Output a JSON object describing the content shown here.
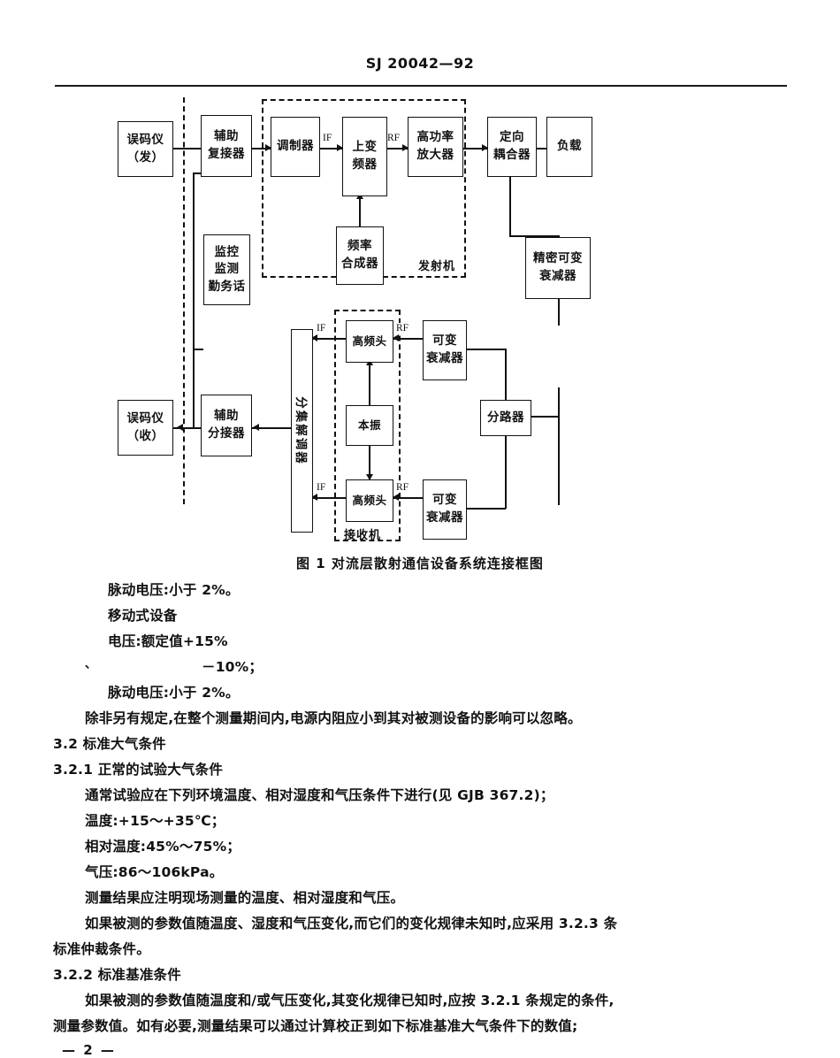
{
  "header": {
    "standard_number": "SJ 20042—92"
  },
  "figure": {
    "caption": "图 1   对流层散射通信设备系统连接框图",
    "signal_labels": {
      "if": "IF",
      "rf": "RF"
    },
    "enclosures": [
      {
        "name": "transmitter",
        "label": "发射机"
      },
      {
        "name": "receiver",
        "label": "接收机"
      }
    ],
    "blocks": [
      {
        "id": "ber_tx",
        "lines": [
          "误码仪",
          "（发）"
        ]
      },
      {
        "id": "aux_mux",
        "lines": [
          "辅助",
          "复接器"
        ]
      },
      {
        "id": "modulator",
        "lines": [
          "调制器"
        ]
      },
      {
        "id": "upconverter",
        "lines": [
          "上变",
          "频器"
        ]
      },
      {
        "id": "hpa",
        "lines": [
          "高功率",
          "放大器"
        ]
      },
      {
        "id": "coupler",
        "lines": [
          "定向",
          "耦合器"
        ]
      },
      {
        "id": "load",
        "lines": [
          "负载"
        ]
      },
      {
        "id": "synth",
        "lines": [
          "频率",
          "合成器"
        ]
      },
      {
        "id": "monitor",
        "lines": [
          "监控",
          "监测",
          "勤务话"
        ]
      },
      {
        "id": "prec_atten",
        "lines": [
          "精密可变",
          "衰减器"
        ]
      },
      {
        "id": "ber_rx",
        "lines": [
          "误码仪",
          "（收）"
        ]
      },
      {
        "id": "aux_demux",
        "lines": [
          "辅助",
          "分接器"
        ]
      },
      {
        "id": "combiner",
        "lines": [
          "分集解调器"
        ]
      },
      {
        "id": "rf_head_1",
        "lines": [
          "高频头"
        ]
      },
      {
        "id": "lo",
        "lines": [
          "本振"
        ]
      },
      {
        "id": "rf_head_2",
        "lines": [
          "高频头"
        ]
      },
      {
        "id": "var_atten_1",
        "lines": [
          "可变",
          "衰减器"
        ]
      },
      {
        "id": "var_atten_2",
        "lines": [
          "可变",
          "衰减器"
        ]
      },
      {
        "id": "splitter",
        "lines": [
          "分路器"
        ]
      }
    ]
  },
  "body": {
    "l01": "脉动电压:小于 2%。",
    "l02": "移动式设备",
    "l03": "电压:额定值+15%",
    "l04": "－10%；",
    "l05": "脉动电压:小于 2%。",
    "l06": "除非另有规定,在整个测量期间内,电源内阻应小到其对被测设备的影响可以忽略。",
    "l07": "3.2   标准大气条件",
    "l08": "3.2.1   正常的试验大气条件",
    "l09": "通常试验应在下列环境温度、相对湿度和气压条件下进行(见 GJB 367.2)；",
    "l10": "温度:+15～+35℃；",
    "l11": "相对温度:45%～75%；",
    "l12": "气压:86～106kPa。",
    "l13": "测量结果应注明现场测量的温度、相对湿度和气压。",
    "l14": "如果被测的参数值随温度、湿度和气压变化,而它们的变化规律未知时,应采用 3.2.3 条",
    "l15": "标准仲裁条件。",
    "l16": "3.2.2   标准基准条件",
    "l17": "如果被测的参数值随温度和/或气压变化,其变化规律已知时,应按 3.2.1 条规定的条件,",
    "l18": "测量参数值。如有必要,测量结果可以通过计算校正到如下标准基准大气条件下的数值;",
    "tick": "、"
  },
  "footer": {
    "page_number": "— 2 —"
  }
}
